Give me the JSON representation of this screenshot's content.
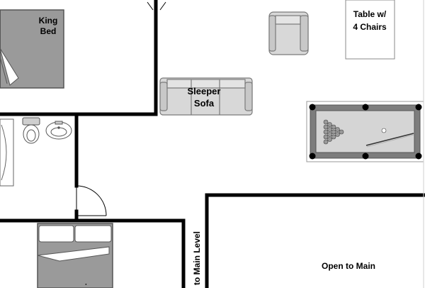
{
  "labels": {
    "king_bed_line1": "King",
    "king_bed_line2": "Bed",
    "sofa_line1": "Sleeper",
    "sofa_line2": "Sofa",
    "table_line1": "Table w/",
    "table_line2": "4 Chairs",
    "stairs": "to Main Level",
    "open_to_main": "Open to Main"
  },
  "colors": {
    "wall": "#000000",
    "bed_fill": "#9a9a9a",
    "furniture_fill": "#d8d8d8",
    "furniture_stroke": "#7a7a7a",
    "pool_rail": "#7d7d7d",
    "pool_felt": "#d5d5d5"
  }
}
